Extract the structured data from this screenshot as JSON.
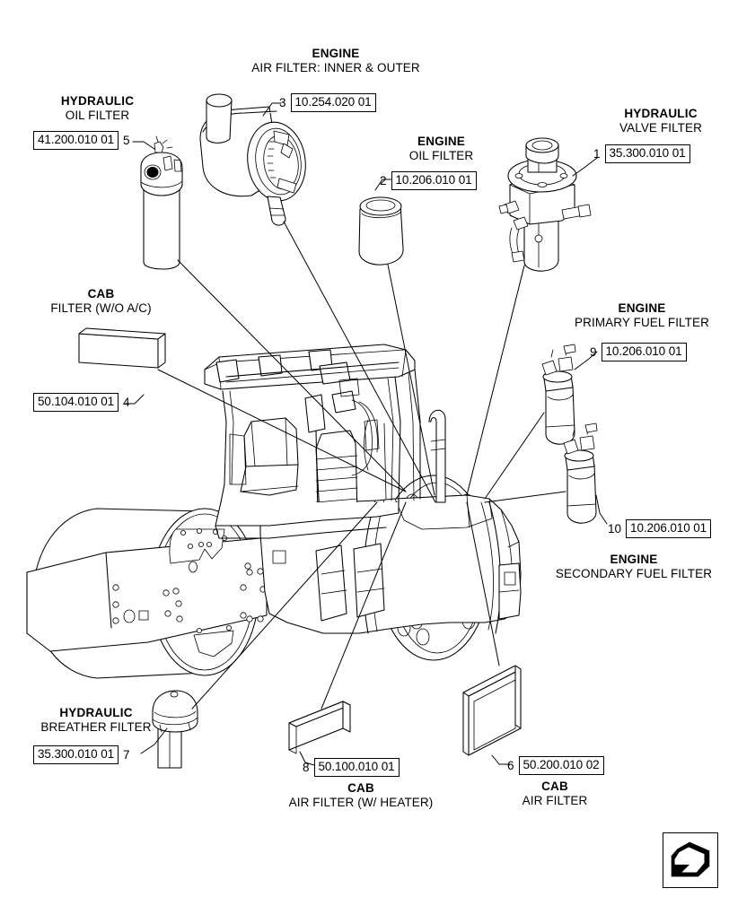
{
  "document": {
    "type": "parts-diagram",
    "subject": "Soil compactor / vibratory roller — filters overview"
  },
  "logo": {
    "name": "arrow-chevron-logo"
  },
  "callouts": [
    {
      "id": "engine-air-filter",
      "title_line1": "ENGINE",
      "title_line2": "AIR FILTER: INNER & OUTER",
      "index": "3",
      "part_number": "10.254.020 01"
    },
    {
      "id": "hydraulic-oil-filter",
      "title_line1": "HYDRAULIC",
      "title_line2": "OIL FILTER",
      "index": "5",
      "part_number": "41.200.010 01"
    },
    {
      "id": "engine-oil-filter",
      "title_line1": "ENGINE",
      "title_line2": "OIL FILTER",
      "index": "2",
      "part_number": "10.206.010 01"
    },
    {
      "id": "hydraulic-valve-filter",
      "title_line1": "HYDRAULIC",
      "title_line2": "VALVE FILTER",
      "index": "1",
      "part_number": "35.300.010 01"
    },
    {
      "id": "cab-filter-wo-ac",
      "title_line1": "CAB",
      "title_line2": "FILTER (W/O A/C)",
      "index": "4",
      "part_number": "50.104.010 01"
    },
    {
      "id": "engine-primary-fuel-filter",
      "title_line1": "ENGINE",
      "title_line2": "PRIMARY FUEL FILTER",
      "index": "9",
      "part_number": "10.206.010 01"
    },
    {
      "id": "engine-secondary-fuel-filter",
      "title_line1": "ENGINE",
      "title_line2": "SECONDARY FUEL FILTER",
      "index": "10",
      "part_number": "10.206.010 01"
    },
    {
      "id": "hydraulic-breather-filter",
      "title_line1": "HYDRAULIC",
      "title_line2": "BREATHER FILTER",
      "index": "7",
      "part_number": "35.300.010 01"
    },
    {
      "id": "cab-air-filter-w-heater",
      "title_line1": "CAB",
      "title_line2": "AIR FILTER (W/ HEATER)",
      "index": "8",
      "part_number": "50.100.010 01"
    },
    {
      "id": "cab-air-filter",
      "title_line1": "CAB",
      "title_line2": "AIR FILTER",
      "index": "6",
      "part_number": "50.200.010 02"
    }
  ],
  "parts_illustrations": [
    {
      "name": "hydraulic-oil-filter-part",
      "index": "5"
    },
    {
      "name": "engine-air-filter-part",
      "index": "3"
    },
    {
      "name": "engine-oil-filter-part",
      "index": "2"
    },
    {
      "name": "hydraulic-valve-filter-part",
      "index": "1"
    },
    {
      "name": "cab-filter-wo-ac-part",
      "index": "4"
    },
    {
      "name": "engine-primary-fuel-filter-part",
      "index": "9"
    },
    {
      "name": "engine-secondary-fuel-filter-part",
      "index": "10"
    },
    {
      "name": "hydraulic-breather-filter-part",
      "index": "7"
    },
    {
      "name": "cab-air-filter-w-heater-part",
      "index": "8"
    },
    {
      "name": "cab-air-filter-part",
      "index": "6"
    }
  ],
  "machine": {
    "name": "soil-compactor-roller-illustration"
  },
  "colors": {
    "line": "#000000",
    "background": "#ffffff",
    "mesh": "#d8d8d8"
  }
}
